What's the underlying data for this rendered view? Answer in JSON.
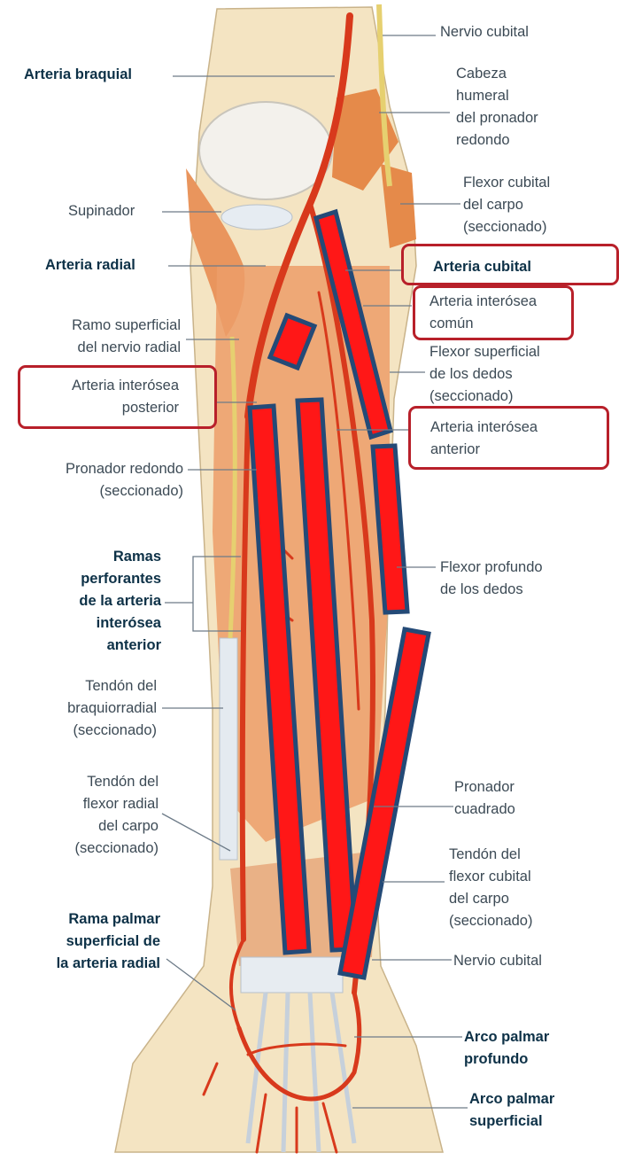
{
  "colors": {
    "artery": "#d8391c",
    "muscle": "#e8955a",
    "bone": "#f1e3bf",
    "nerve": "#e6d070",
    "tendon": "#dce3ea",
    "highlight_bar": "#ff1717",
    "highlight_bar_border": "#244a77",
    "highlight_box": "#b8202a",
    "label_bold": "#0d3147",
    "label_regular": "#3c4a55"
  },
  "labels": {
    "nervio_cubital_top": "Nervio cubital",
    "arteria_braquial": "Arteria braquial",
    "cabeza_humeral": [
      "Cabeza",
      "humeral",
      "del pronador",
      "redondo"
    ],
    "supinador": "Supinador",
    "flexor_cubital_carpo": [
      "Flexor cubital",
      "del carpo",
      "(seccionado)"
    ],
    "arteria_radial": "Arteria radial",
    "arteria_cubital": "Arteria cubital",
    "ramo_superficial": [
      "Ramo superficial",
      "del nervio radial"
    ],
    "arteria_interosea_comun": [
      "Arteria interósea",
      "común"
    ],
    "flexor_superficial": [
      "Flexor superficial",
      "de los dedos",
      "(seccionado)"
    ],
    "arteria_interosea_posterior": [
      "Arteria interósea",
      "posterior"
    ],
    "arteria_interosea_anterior": [
      "Arteria interósea",
      "anterior"
    ],
    "pronador_redondo": [
      "Pronador redondo",
      "(seccionado)"
    ],
    "ramas_perforantes": [
      "Ramas",
      "perforantes",
      "de la arteria",
      "interósea",
      "anterior"
    ],
    "flexor_profundo": [
      "Flexor profundo",
      "de los dedos"
    ],
    "tendon_braquiorradial": [
      "Tendón del",
      "braquiorradial",
      "(seccionado)"
    ],
    "tendon_flexor_radial": [
      "Tendón del",
      "flexor radial",
      "del carpo",
      "(seccionado)"
    ],
    "pronador_cuadrado": [
      "Pronador",
      "cuadrado"
    ],
    "tendon_flexor_cubital": [
      "Tendón del",
      "flexor cubital",
      "del carpo",
      "(seccionado)"
    ],
    "rama_palmar": [
      "Rama palmar",
      "superficial de",
      "la arteria radial"
    ],
    "nervio_cubital_bottom": "Nervio cubital",
    "arco_palmar_profundo": [
      "Arco palmar",
      "profundo"
    ],
    "arco_palmar_superficial": [
      "Arco palmar",
      "superficial"
    ]
  }
}
